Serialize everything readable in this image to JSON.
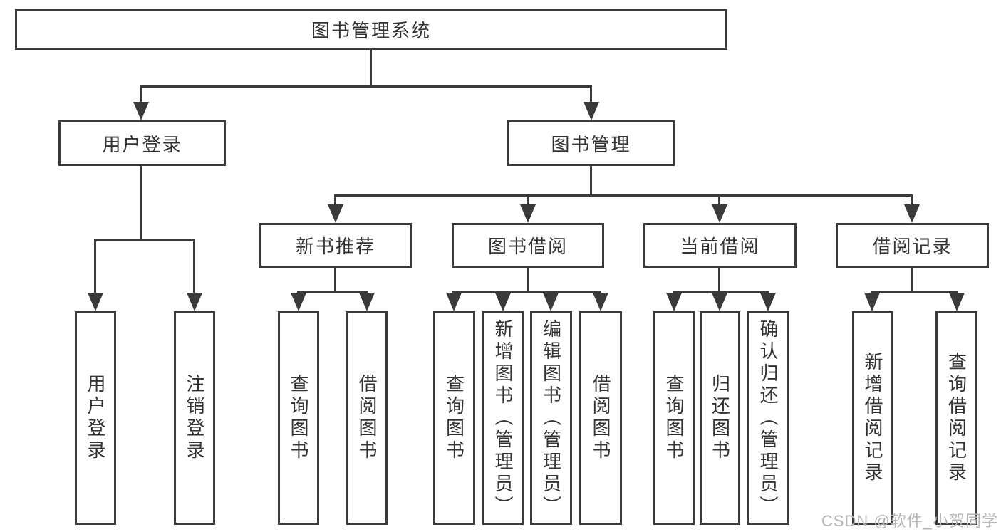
{
  "diagram": {
    "type": "hierarchy-tree",
    "title": "图书管理系统"
  },
  "tree": {
    "root": "图书管理系统",
    "children": [
      {
        "label": "用户登录",
        "children": [
          "用户登录",
          "注销登录"
        ]
      },
      {
        "label": "图书管理",
        "children": [
          {
            "label": "新书推荐",
            "children": [
              "查询图书",
              "借阅图书"
            ]
          },
          {
            "label": "图书借阅",
            "children": [
              "查询图书",
              "新增图书（管理员）",
              "编辑图书（管理员）",
              "借阅图书"
            ]
          },
          {
            "label": "当前借阅",
            "children": [
              "查询图书",
              "归还图书",
              "确认归还（管理员）"
            ]
          },
          {
            "label": "借阅记录",
            "children": [
              "新增借阅记录",
              "查询借阅记录"
            ]
          }
        ]
      }
    ]
  },
  "watermark": "CSDN @软件_小贺同学",
  "colors": {
    "line": "#3a3a3a",
    "text": "#333333",
    "background": "#ffffff",
    "watermark": "#b5b5b5"
  }
}
